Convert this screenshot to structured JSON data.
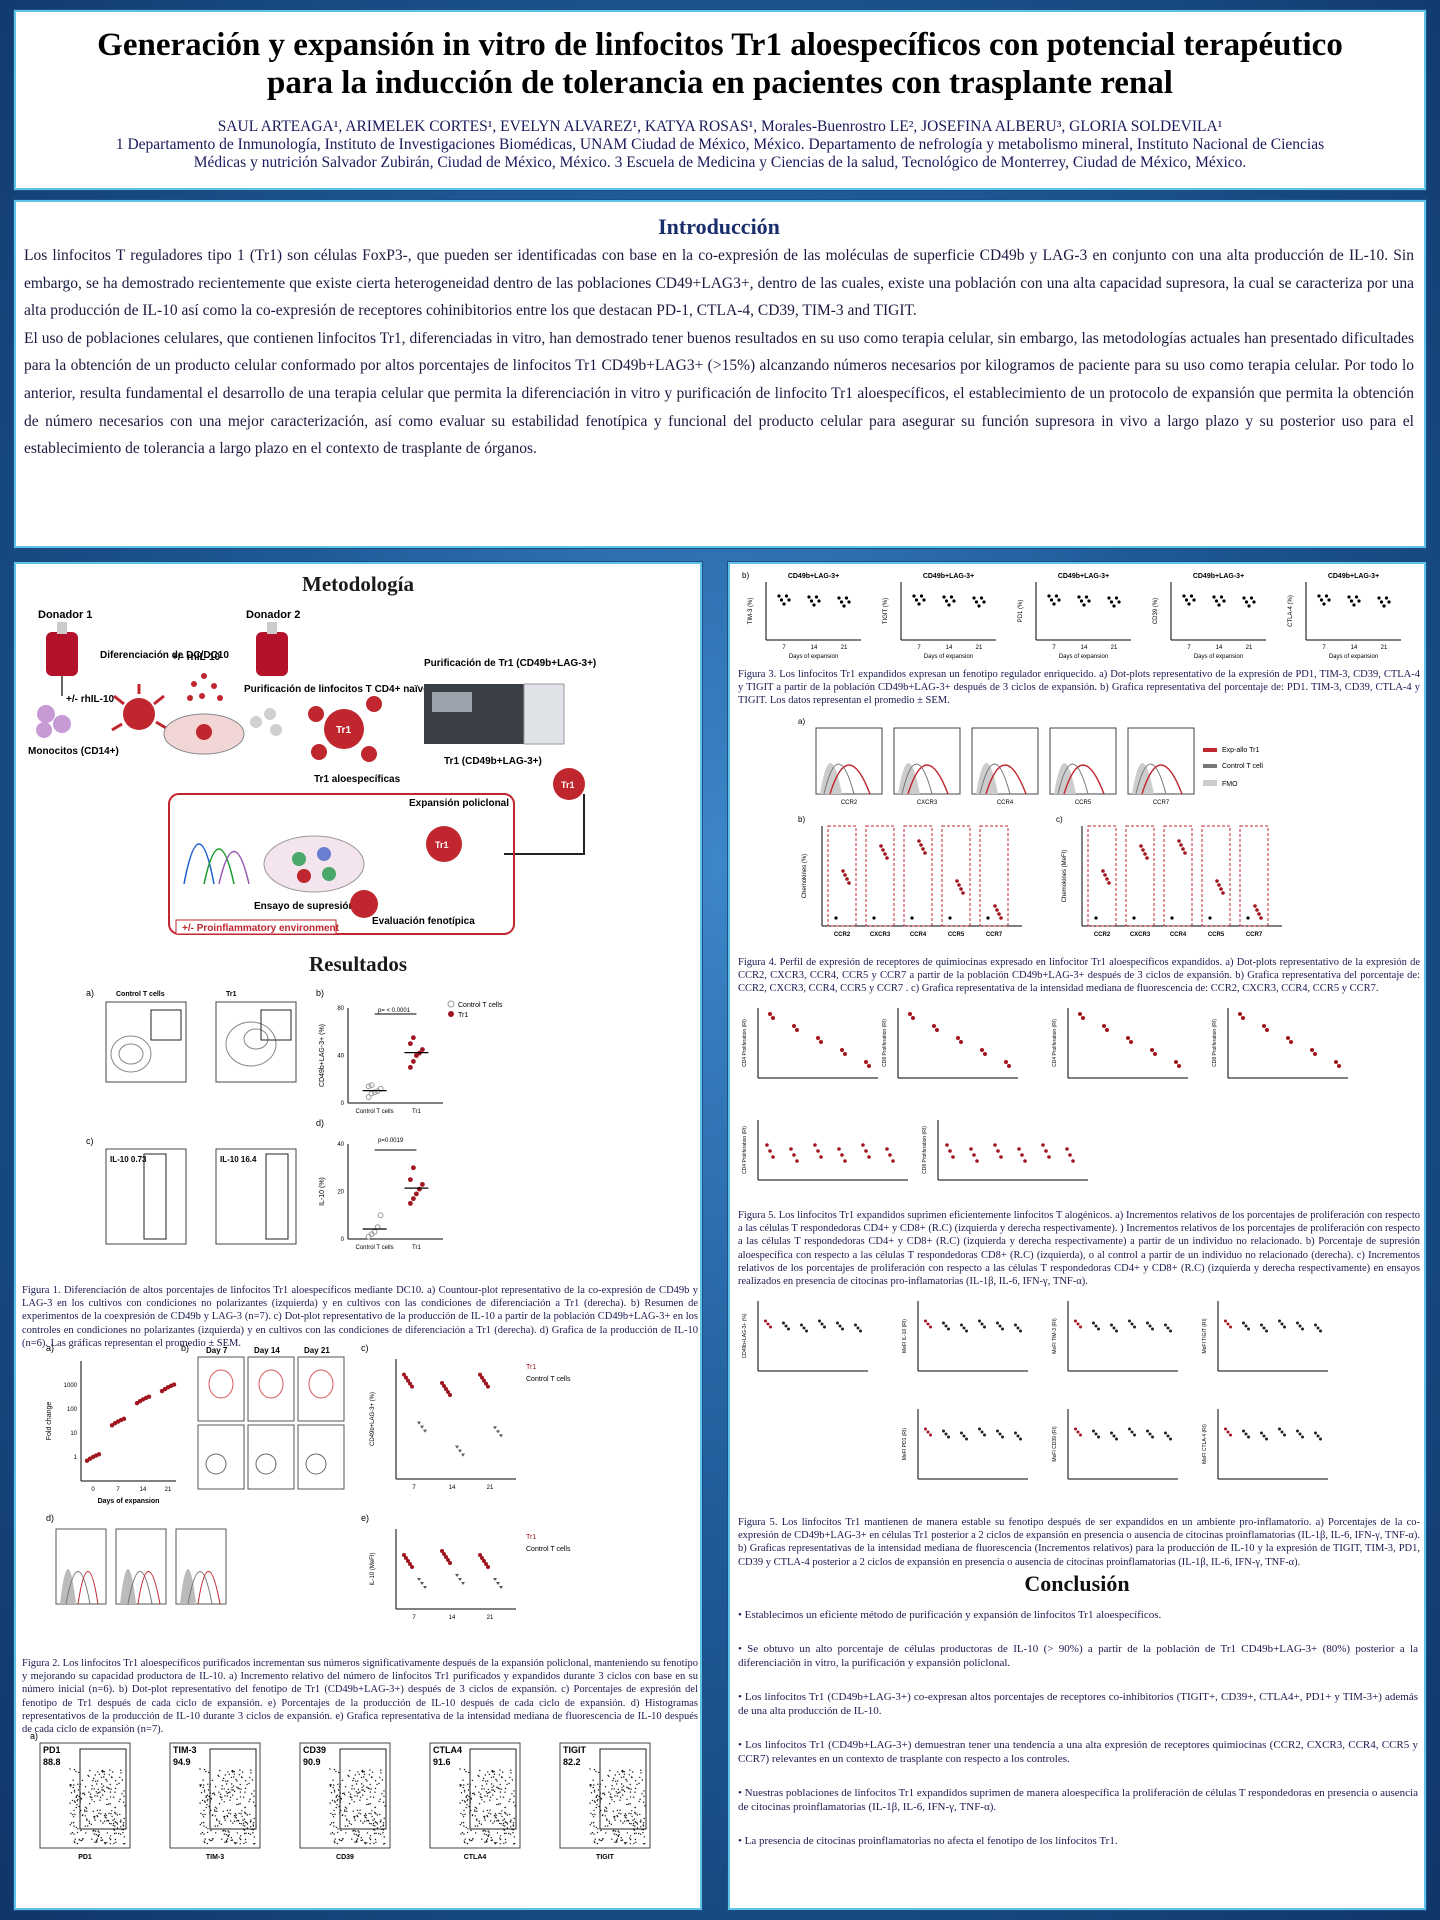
{
  "header": {
    "title_line1": "Generación y expansión in vitro de linfocitos Tr1 aloespecíficos con potencial terapéutico",
    "title_line2": "para la inducción de tolerancia en pacientes con trasplante renal",
    "authors": "SAUL ARTEAGA¹, ARIMELEK CORTES¹, EVELYN ALVAREZ¹, KATYA ROSAS¹, Morales-Buenrostro LE², JOSEFINA ALBERU³, GLORIA SOLDEVILA¹",
    "affil_line1": "1 Departamento de Inmunología, Instituto de Investigaciones Biomédicas, UNAM Ciudad de México, México. Departamento de nefrología y metabolismo mineral, Instituto Nacional de Ciencias",
    "affil_line2": "Médicas y nutrición Salvador Zubirán, Ciudad de México, México. 3 Escuela de Medicina y Ciencias de la salud, Tecnológico de Monterrey, Ciudad de México, México."
  },
  "intro": {
    "title": "Introducción",
    "p1": "Los linfocitos T reguladores tipo 1 (Tr1) son células FoxP3-, que pueden ser identificadas con base en la co-expresión de las moléculas de superficie CD49b y LAG-3 en conjunto con una alta producción de IL-10. Sin embargo, se ha demostrado recientemente que existe cierta heterogeneidad dentro de las poblaciones CD49+LAG3+, dentro de las cuales, existe una población con una alta capacidad supresora, la cual se caracteriza por una alta producción de IL-10 así como la co-expresión de receptores cohinibitorios entre los que destacan PD-1, CTLA-4, CD39, TIM-3 and TIGIT.",
    "p2": "El uso de poblaciones celulares, que contienen linfocitos Tr1, diferenciadas in vitro, han demostrado tener buenos resultados en su uso como terapia celular, sin embargo, las metodologías actuales han presentado dificultades para la obtención de un producto celular conformado por altos porcentajes de linfocitos Tr1 CD49b+LAG3+ (>15%) alcanzando números necesarios por kilogramos de paciente para su uso como terapia celular. Por todo lo anterior, resulta fundamental el desarrollo de una terapia celular que permita la diferenciación in vitro y purificación de linfocito Tr1 aloespecíficos, el establecimiento de un protocolo de expansión que permita la obtención de número necesarios con una mejor caracterización, así como evaluar su estabilidad fenotípica y funcional del producto celular para asegurar su función supresora in vivo a largo plazo y su posterior uso para el establecimiento de tolerancia a largo plazo en el contexto de trasplante de órganos."
  },
  "methods": {
    "title": "Metodología",
    "donor1": "Donador 1",
    "donor2": "Donador 2",
    "dc": "Diferenciación de DC/DC10",
    "rhil10a": "+/- rhIL-10",
    "rhil10b": "+/- rhIL-10",
    "monocytes": "Monocitos (CD14+)",
    "purif_cd4": "Purificación de linfocitos T CD4+ naïve",
    "purif_tr1": "Purificación de Tr1 (CD49b+LAG-3+)",
    "tr1_allo": "Tr1 aloespecíficas",
    "tr1_pos": "Tr1 (CD49b+LAG-3+)",
    "expansion": "Expansión policlonal",
    "suppression": "Ensayo de supresión",
    "phenotype": "Evaluación fenotípica",
    "proinflam": "+/- Proinflammatory environment"
  },
  "results_title": "Resultados",
  "fig1_caption": "Figura 1. Diferenciación de altos porcentajes de linfocitos Tr1 aloespecíficos mediante DC10. a) Countour-plot representativo de la co-expresión de CD49b y LAG-3 en los cultivos con condiciones no polarizantes (izquierda) y en cultivos con las condiciones de diferenciación a Tr1 (derecha). b) Resumen de experimentos de la coexpresión de CD49b y LAG-3 (n=7). c) Dot-plot representativo de la producción de IL-10 a partir de la población CD49b+LAG-3+ en los controles en condiciones no polarizantes (izquierda) y en cultivos con las condiciones de diferenciación a Tr1 (derecha). d) Grafica de la producción de IL-10 (n=6). Las gráficas representan el promedio ± SEM.",
  "fig2_caption": "Figura 2. Los linfocitos Tr1 aloespecíficos purificados incrementan sus números significativamente después de la expansión policlonal, manteniendo su fenotipo y mejorando su capacidad productora de IL-10. a) Incremento relativo del número de linfocitos Tr1 purificados y expandidos durante 3 ciclos con base en su número inicial (n=6). b) Dot-plot representativo del fenotipo de Tr1 (CD49b+LAG-3+) después de 3 ciclos de expansión. c) Porcentajes de expresión del fenotipo de Tr1 después de cada ciclo de expansión. e) Porcentajes de la producción de IL-10 después de cada ciclo de expansión. d) Histogramas representativos de la producción de IL-10 durante 3 ciclos de expansión. e) Grafica representativa de la intensidad mediana de fluorescencia de IL-10 después de cada ciclo de expansión (n=7).",
  "fig3_caption": "Figura 3. Los linfocitos Tr1 expandidos expresan un fenotipo regulador enriquecido. a) Dot-plots representativo de la expresión de PD1, TIM-3, CD39, CTLA-4 y TIGIT a partir de la población CD49b+LAG-3+ después de 3 ciclos de expansión. b) Grafica representativa del porcentaje de: PD1. TIM-3, CD39, CTLA-4 y TIGIT. Los datos representan el promedio ± SEM.",
  "fig4_caption": "Figura 4. Perfil de expresión de receptores de quimiocinas expresado en linfocitor Tr1 aloespecíficos expandidos. a) Dot-plots representativo de la expresión de CCR2, CXCR3, CCR4, CCR5 y CCR7 a partir de la población CD49b+LAG-3+ después de 3 ciclos de expansión. b) Grafica representativa del porcentaje de: CCR2, CXCR3, CCR4, CCR5 y CCR7 . c) Grafica representativa de la intensidad mediana de fluorescencia de: CCR2, CXCR3, CCR4, CCR5 y CCR7.",
  "fig5a_caption": "Figura 5. Los linfocitos Tr1 expandidos suprimen eficientemente linfocitos T alogénicos. a) Incrementos relativos de los porcentajes de proliferación con respecto a las células T respondedoras CD4+ y CD8+ (R.C) (izquierda y derecha respectivamente). ) Incrementos relativos de los porcentajes de proliferación con respecto a las células T respondedoras CD4+ y CD8+ (R.C) (izquierda y derecha respectivamente) a partir de un individuo no relacionado. b) Porcentaje de supresión aloespecífica con respecto a las células T respondedoras CD8+ (R.C) (izquierda), o al control a partir de un individuo no relacionado (derecha). c) Incrementos relativos de los porcentajes de proliferación con respecto a las células T respondedoras CD4+ y CD8+ (R.C) (izquierda y derecha respectivamente) en ensayos realizados en presencia de citocinas pro-inflamatorias (IL-1β, IL-6, IFN-γ, TNF-α).",
  "fig5b_caption": "Figura 5. Los linfocitos Tr1 mantienen de manera estable su fenotipo después de ser expandidos en un ambiente pro-inflamatorio. a) Porcentajes de la co-expresión de CD49b+LAG-3+ en células Tr1 posterior a 2 ciclos de expansión en presencia o ausencia de citocinas proinflamatorias (IL-1β, IL-6, IFN-γ, TNF-α). b) Graficas representativas de la intensidad mediana de fluorescencia (Incrementos relativos) para la producción de IL-10 y la expresión de TIGIT, TIM-3, PD1, CD39 y CTLA-4 posterior a 2 ciclos de expansión en presencia o ausencia de citocinas proinflamatorias (IL-1β, IL-6, IFN-γ, TNF-α).",
  "conclusion": {
    "title": "Conclusión",
    "items": [
      "• Establecimos un eficiente método de purificación y expansión de linfocitos Tr1 aloespecíficos.",
      "• Se obtuvo un alto porcentaje de células productoras de IL-10 (> 90%) a partir de la población de Tr1 CD49b+LAG-3+ (80%) posterior a la diferenciación in vitro, la purificación y expansión policlonal.",
      "• Los linfocitos Tr1 (CD49b+LAG-3+) co-expresan altos porcentajes de receptores co-inhibitorios (TIGIT+, CD39+, CTLA4+, PD1+ y TIM-3+) además de una alta producción de IL-10.",
      "• Los linfocitos Tr1 (CD49b+LAG-3+) demuestran tener una tendencia a una alta expresión de receptores quimiocinas (CCR2, CXCR3, CCR4, CCR5 y CCR7) relevantes en un contexto de trasplante con respecto a los controles.",
      "• Nuestras poblaciones de linfocitos Tr1 expandidos suprimen de manera aloespecífica la proliferación de células T respondedoras en presencia o ausencia de citocinas proinflamatorias (IL-1β, IL-6, IFN-γ, TNF-α).",
      "• La presencia de citocinas proinflamatorias no afecta el fenotipo de los linfocitos Tr1."
    ]
  },
  "plots": {
    "fig1_legend": [
      "Control T cells",
      "Tr1"
    ],
    "fig1_b_p": "p= < 0.0001",
    "fig1_d_p": "p=0.0019",
    "fig1_c_labels": [
      "IL-10 0.73",
      "IL-10 16.4"
    ],
    "fig2_days": [
      "0",
      "7",
      "14",
      "21"
    ],
    "fig2_flow_days": [
      "Day 7",
      "Day 14",
      "Day 21"
    ],
    "fig3_dotplots": [
      {
        "name": "PD1",
        "value": "88.8"
      },
      {
        "name": "TIM-3",
        "value": "94.9"
      },
      {
        "name": "CD39",
        "value": "90.9"
      },
      {
        "name": "CTLA4",
        "value": "91.6"
      },
      {
        "name": "TIGIT",
        "value": "82.2"
      }
    ],
    "fig3b_titles": [
      "CD49b+LAG-3+",
      "CD49b+LAG-3+",
      "CD49b+LAG-3+",
      "CD49b+LAG-3+",
      "CD49b+LAG-3+"
    ],
    "fig3b_ylabels": [
      "TIM-3 (%)",
      "TIGIT (%)",
      "PD1 (%)",
      "CD39 (%)",
      "CTLA-4 (%)"
    ],
    "fig4_receptors": [
      "CCR2",
      "CXCR3",
      "CCR4",
      "CCR5",
      "CCR7"
    ],
    "fig4_legend": [
      "Exp-allo Tr1",
      "Control T cell",
      "FMO"
    ]
  },
  "chart_data": [
    {
      "type": "scatter",
      "title": "",
      "categories": [
        "Control T cells",
        "Tr1"
      ],
      "ylabel": "CD49b+LAG-3+ (%)",
      "ylim": [
        0,
        80
      ],
      "series": [
        {
          "name": "Control T cells",
          "values": [
            5,
            8,
            9,
            10,
            12,
            14,
            15
          ]
        },
        {
          "name": "Tr1",
          "values": [
            30,
            35,
            40,
            42,
            45,
            50,
            55
          ]
        }
      ]
    },
    {
      "type": "scatter",
      "title": "",
      "categories": [
        "Control T cells",
        "Tr1"
      ],
      "ylabel": "IL-10 (%)",
      "ylim": [
        0,
        40
      ],
      "series": [
        {
          "name": "Control T cells",
          "values": [
            1,
            2,
            3,
            5,
            10
          ]
        },
        {
          "name": "Tr1",
          "values": [
            15,
            17,
            19,
            21,
            23,
            25,
            30
          ]
        }
      ]
    },
    {
      "type": "scatter",
      "title": "",
      "xlabel": "Days of expansion",
      "ylabel": "Fold change",
      "categories": [
        "0",
        "7",
        "14",
        "21"
      ],
      "series": [
        {
          "name": "Tr1",
          "values": [
            1,
            30,
            250,
            800
          ]
        }
      ]
    }
  ]
}
